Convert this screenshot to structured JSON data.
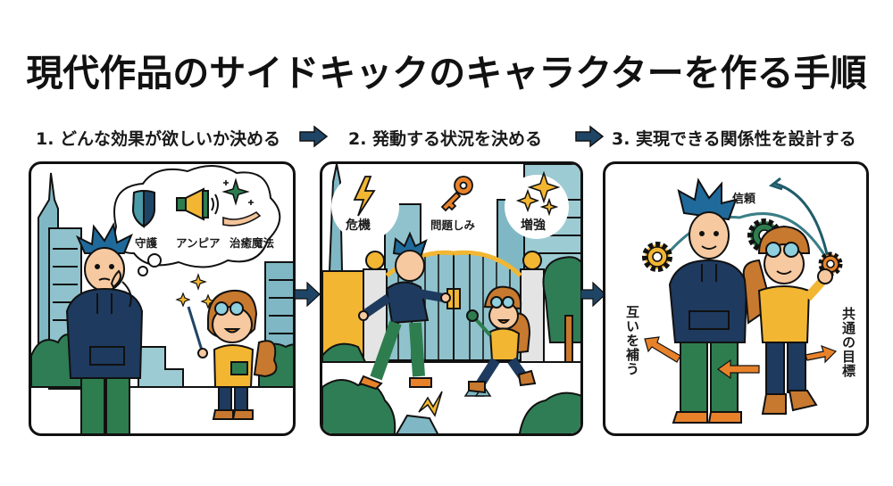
{
  "title": "現代作品のサイドキックのキャラクターを作る手順",
  "colors": {
    "arrow": "#1f4566",
    "outline": "#111111",
    "teal_building": "#7fb8c4",
    "navy_hoodie": "#1e3a5f",
    "green_pants": "#2e7d4f",
    "yellow": "#f2b632",
    "orange": "#e8822a",
    "hair_blue": "#1f6a9a",
    "hair_brown": "#c7792f",
    "tree_green": "#2f7d55"
  },
  "steps": [
    {
      "label": "1. どんな効果が欲しいか決める",
      "panel": {
        "thought_bubble": {
          "icons": [
            {
              "icon": "shield-icon",
              "label": "守護"
            },
            {
              "icon": "megaphone-icon",
              "label": "アンピア"
            },
            {
              "icon": "healing-hand-icon",
              "label": "治癒魔法"
            }
          ]
        },
        "characters": [
          "thinking-hero",
          "sidekick-with-wand"
        ]
      }
    },
    {
      "label": "2. 発動する状況を決める",
      "panel": {
        "situations": [
          {
            "icon": "lightning-icon",
            "label": "危機"
          },
          {
            "icon": "key-icon",
            "label": "問題しみ"
          },
          {
            "icon": "sparkles-icon",
            "label": "増強"
          }
        ],
        "characters": [
          "running-hero",
          "sidekick-with-key"
        ]
      }
    },
    {
      "label": "3. 実現できる関係性を設計する",
      "panel": {
        "relations": [
          {
            "label": "信頼",
            "orientation": "horizontal"
          },
          {
            "label": "互いを補う",
            "orientation": "vertical"
          },
          {
            "label": "共通の目標",
            "orientation": "vertical"
          }
        ],
        "characters": [
          "standing-hero",
          "sidekick-fist-up"
        ]
      }
    }
  ]
}
